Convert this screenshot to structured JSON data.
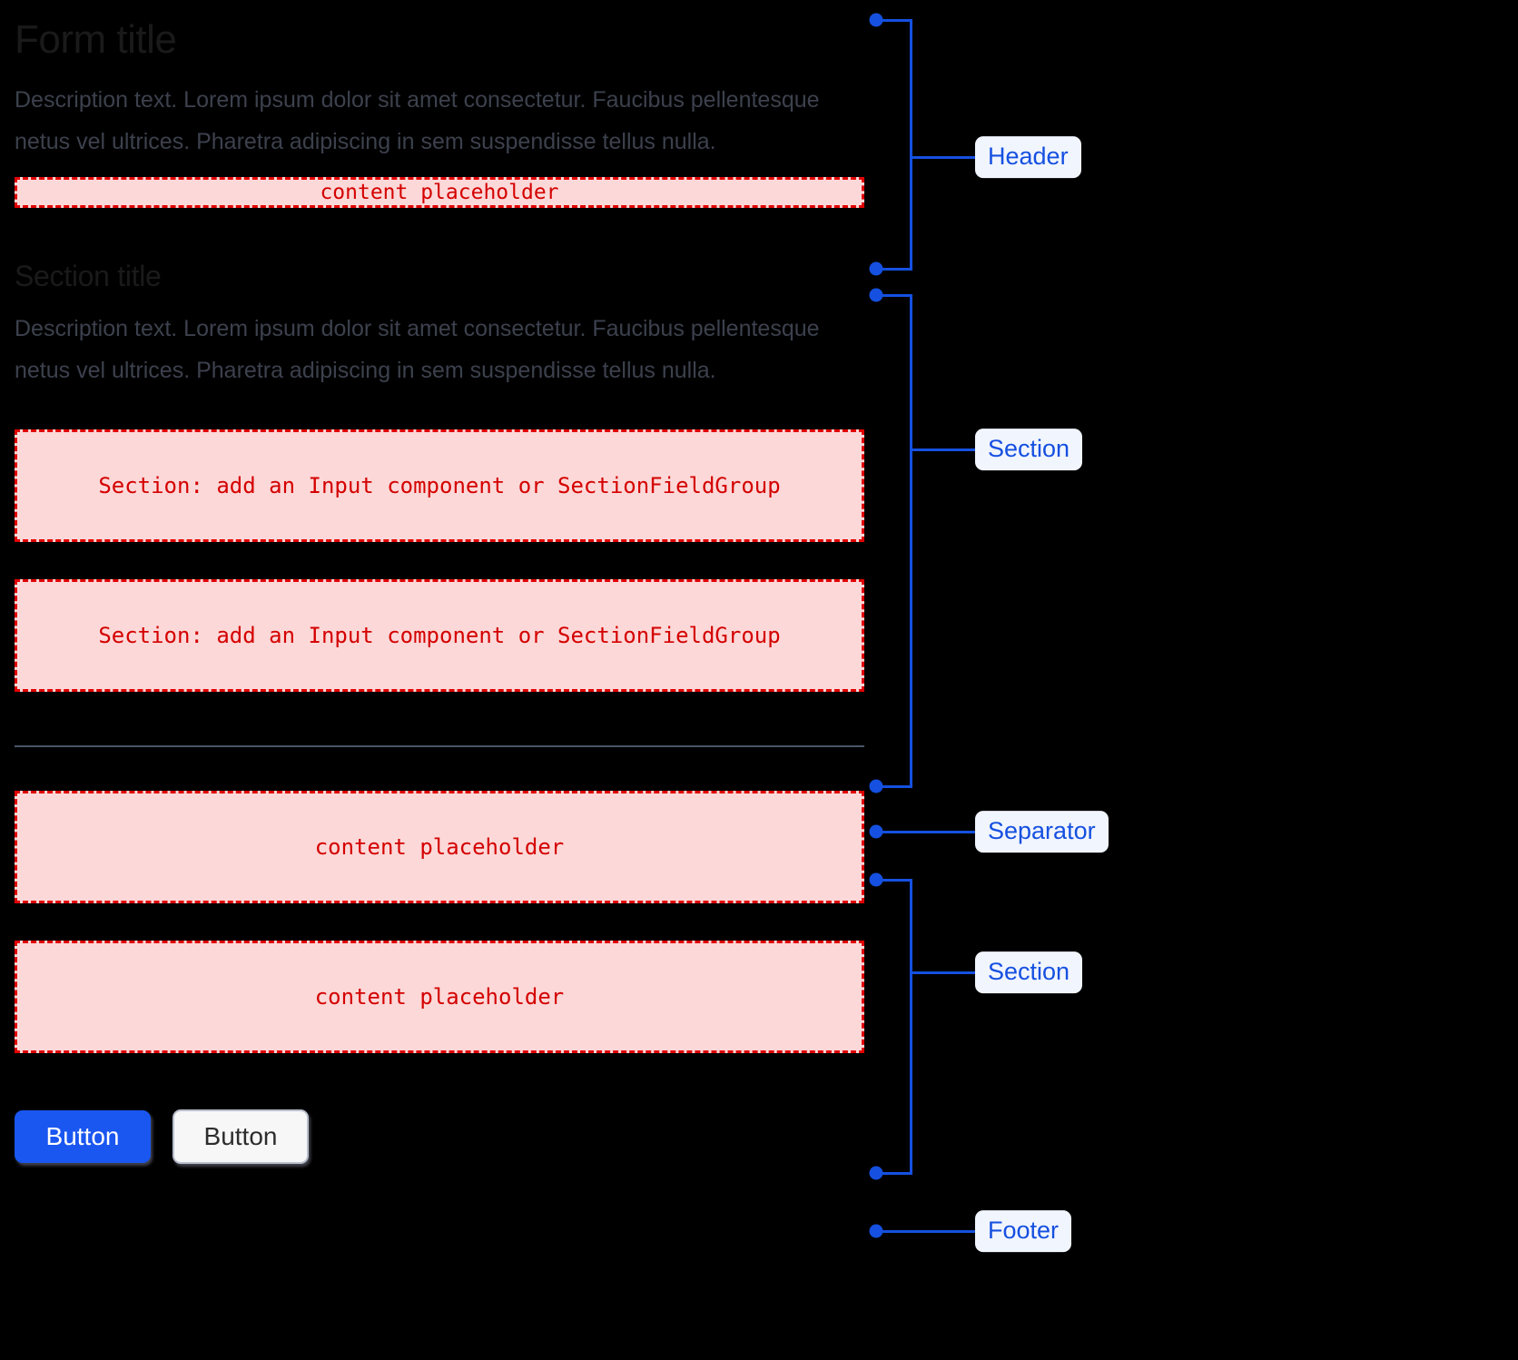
{
  "form": {
    "header": {
      "title": "Form title",
      "description": "Description text. Lorem ipsum dolor sit amet consectetur. Faucibus pellentesque netus vel ultrices. Pharetra adipiscing in sem suspendisse tellus nulla.",
      "placeholder": "content placeholder"
    },
    "section_one": {
      "title": "Section title",
      "description": "Description text. Lorem ipsum dolor sit amet consectetur. Faucibus pellentesque netus vel ultrices. Pharetra adipiscing in sem suspendisse tellus nulla.",
      "field_placeholder_1": "Section: add an Input component or SectionFieldGroup",
      "field_placeholder_2": "Section: add an Input component or SectionFieldGroup"
    },
    "section_two": {
      "placeholder_1": "content placeholder",
      "placeholder_2": "content placeholder"
    },
    "footer": {
      "primary_button": "Button",
      "secondary_button": "Button"
    }
  },
  "annotations": {
    "header": "Header",
    "section_one": "Section",
    "separator": "Separator",
    "section_two": "Section",
    "footer": "Footer"
  },
  "colors": {
    "accent_blue": "#1550e0",
    "badge_bg": "#f1f5fe",
    "placeholder_bg": "#fdd8d8",
    "placeholder_border": "#e00000",
    "placeholder_text": "#d40000",
    "title_text": "#1a1a1a",
    "description_text": "#3c414d",
    "separator_line": "#4a5568",
    "primary_button_bg": "#1a56f0",
    "secondary_button_bg": "#f7f7f7"
  }
}
